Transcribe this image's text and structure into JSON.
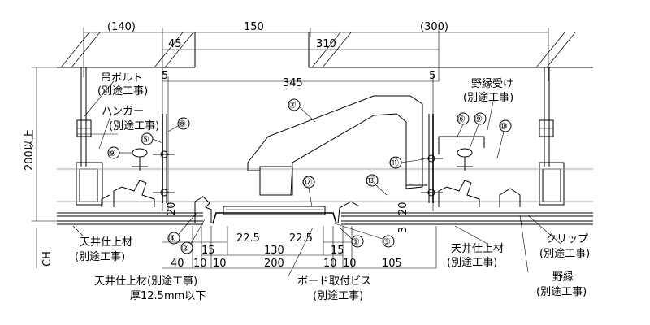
{
  "dimensions": {
    "top_left_140": "(140)",
    "top_150": "150",
    "top_right_300": "(300)",
    "d45": "45",
    "d310": "310",
    "d5_left": "5",
    "d345": "345",
    "d5_right": "5",
    "d200_height": "200以上",
    "d20_left": "20",
    "d20_right": "20",
    "d3_right": "3",
    "d22_5_left": "22.5",
    "d22_5_right": "22.5",
    "d15_left": "15",
    "d15_right": "15",
    "d130": "130",
    "d40": "40",
    "d10_a": "10",
    "d10_b": "10",
    "d200": "200",
    "d10_c": "10",
    "d10_d": "10",
    "d105": "105",
    "ch": "CH"
  },
  "labels": {
    "hanging_bolt": "吊ボルト",
    "hanging_bolt_note": "(別途工事)",
    "hanger": "ハンガー",
    "hanger_note": "(別途工事)",
    "furring_receiver": "野縁受け",
    "furring_receiver_note": "(別途工事)",
    "ceiling_finish_left": "天井仕上材",
    "ceiling_finish_left_note": "(別途工事)",
    "ceiling_finish_right": "天井仕上材",
    "ceiling_finish_right_note": "(別途工事)",
    "ceiling_finish_bottom": "天井仕上材(別途工事)",
    "ceiling_thickness": "厚12.5mm以下",
    "board_screw": "ボード取付ビス",
    "board_screw_note": "(別途工事)",
    "clip": "クリップ",
    "clip_note": "(別途工事)",
    "furring": "野縁",
    "furring_note": "(別途工事)"
  },
  "callouts": [
    "①",
    "②",
    "③",
    "④",
    "⑤",
    "⑥",
    "⑦",
    "⑧",
    "⑨",
    "⑨",
    "⑩",
    "⑪",
    "⑫",
    "⑬"
  ]
}
